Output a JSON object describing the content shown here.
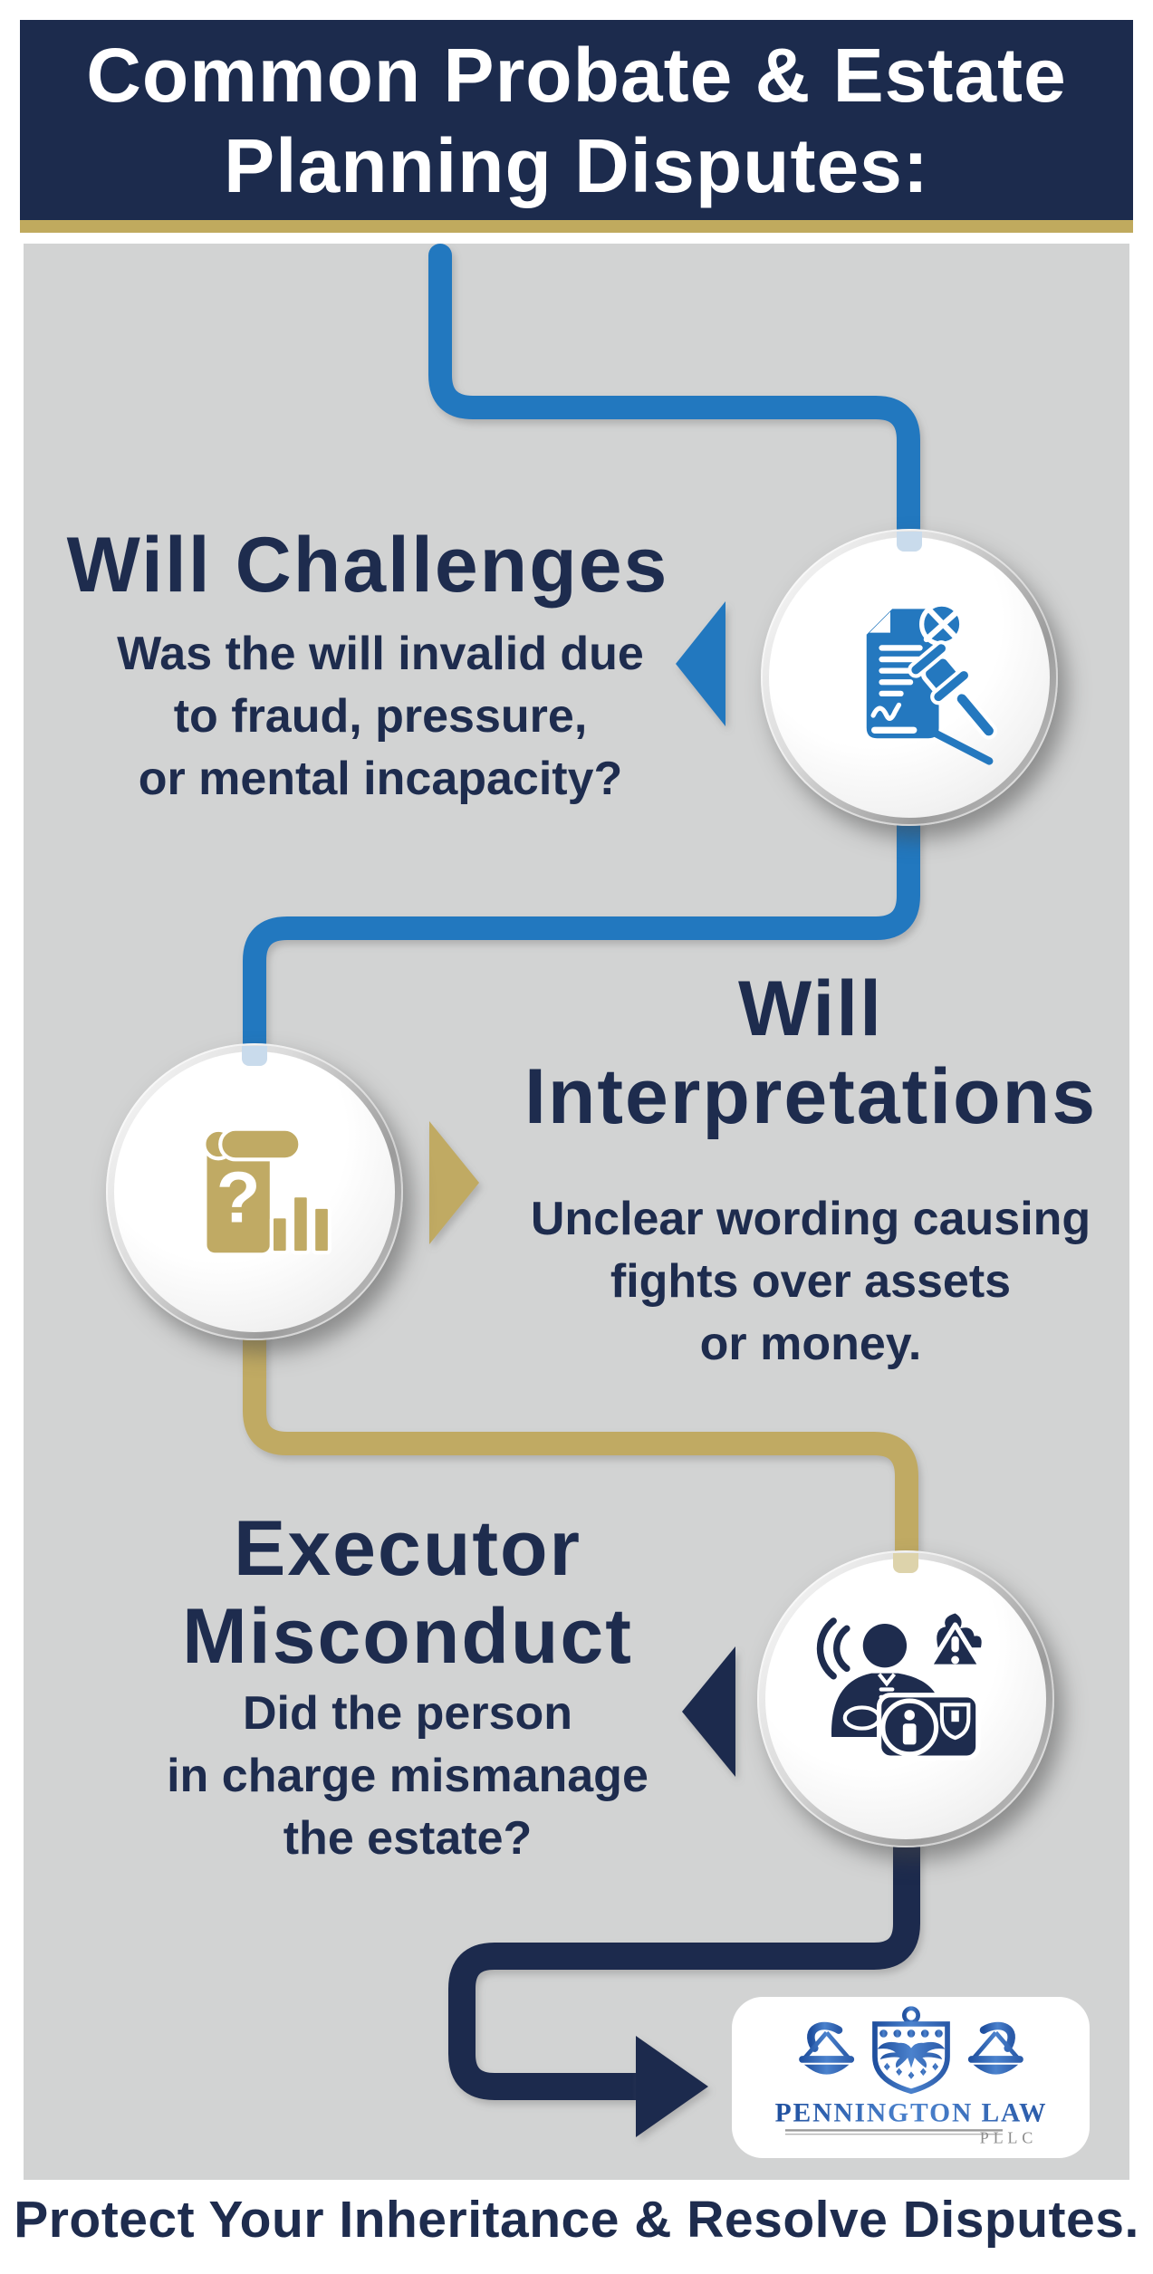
{
  "header": {
    "title_lines": [
      "Common Probate & Estate",
      "Planning Disputes:"
    ],
    "bg_color": "#1c2b4d",
    "accent_bar_color": "#c0aa5e",
    "text_color": "#ffffff"
  },
  "sections": [
    {
      "id": "will-challenges",
      "title_lines": [
        "Will Challenges"
      ],
      "desc_lines": [
        "Was the will invalid due",
        "to fraud, pressure,",
        "or mental incapacity?"
      ],
      "icon": "will-document-gavel-icon",
      "accent_color": "#2478bf",
      "arrow_direction": "left"
    },
    {
      "id": "will-interpretations",
      "title_lines": [
        "Will",
        "Interpretations"
      ],
      "desc_lines": [
        "Unclear wording causing",
        "fights over assets",
        "or money."
      ],
      "icon": "scroll-question-chart-icon",
      "accent_color": "#c0aa64",
      "arrow_direction": "right"
    },
    {
      "id": "executor-misconduct",
      "title_lines": [
        "Executor",
        "Misconduct"
      ],
      "desc_lines": [
        "Did the person",
        "in charge mismanage",
        "the estate?"
      ],
      "icon": "executor-laptop-warning-icon",
      "accent_color": "#1e2c4e",
      "arrow_direction": "left"
    }
  ],
  "logo": {
    "name": "PENNINGTON LAW",
    "suffix": "PLLC",
    "icon": "scales-of-justice-shield-eagle-logo",
    "primary_color": "#2a5aa8"
  },
  "footer": {
    "text": "Protect Your Inheritance & Resolve Disputes."
  },
  "colors": {
    "background": "#ffffff",
    "panel_gray": "#d2d3d3",
    "navy": "#1e2c4e",
    "blue": "#2478bf",
    "gold": "#c0aa64"
  }
}
